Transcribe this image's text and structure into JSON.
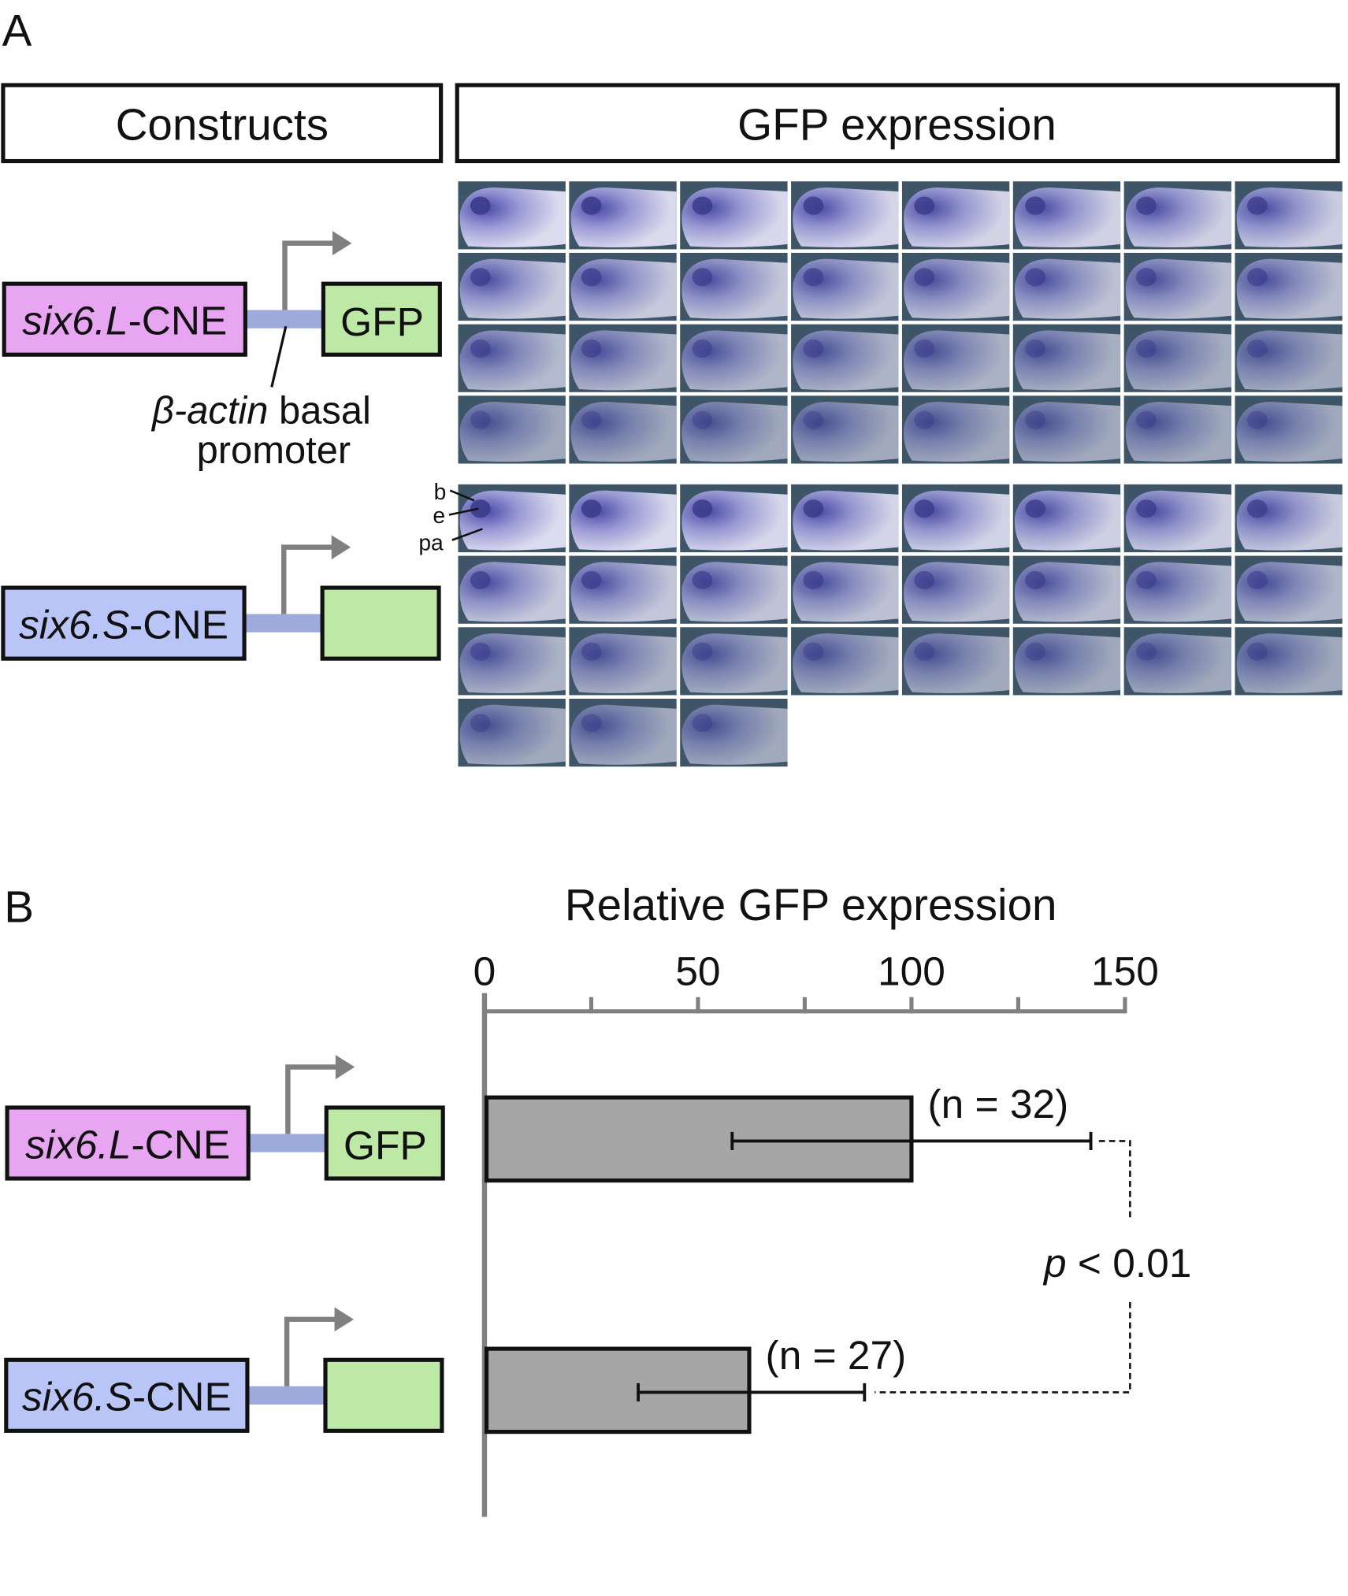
{
  "panel_a": {
    "label": "A",
    "constructs_header": "Constructs",
    "gfp_header": "GFP expression",
    "construct_l": {
      "name_italic": "six6.L",
      "name_suffix": "-CNE",
      "reporter": "GFP",
      "color": "#e8a6f2"
    },
    "construct_s": {
      "name_italic": "six6.S",
      "name_suffix": "-CNE",
      "reporter": "",
      "color": "#b9c4f7"
    },
    "promoter_label_italic": "β-actin",
    "promoter_label_rest": " basal",
    "promoter_label_line2": "promoter",
    "annotations": [
      "b",
      "e",
      "pa"
    ],
    "embryo_counts": {
      "six6_L": 32,
      "six6_S": 27
    },
    "reporter_color": "#bde8a6",
    "linker_color": "#9eaadb",
    "arrow_color": "#808080"
  },
  "panel_b": {
    "label": "B",
    "n_labels": [
      "(n = 32)",
      "(n = 27)"
    ],
    "p_italic": "p",
    "p_rest": " < 0.01"
  },
  "chart_data": {
    "type": "bar",
    "orientation": "horizontal",
    "title": "Relative GFP expression",
    "categories": [
      "six6.L-CNE",
      "six6.S-CNE"
    ],
    "values": [
      100,
      62
    ],
    "error_low": [
      58,
      36
    ],
    "error_high": [
      142,
      89
    ],
    "n": [
      32,
      27
    ],
    "xlim": [
      0,
      150
    ],
    "ticks": [
      0,
      50,
      100,
      150
    ],
    "minor_ticks": [
      25,
      75,
      125
    ],
    "tick_labels": [
      "0",
      "50",
      "100",
      "150"
    ],
    "bar_color": "#a6a6a6",
    "axis_color": "#808080",
    "significance": "p < 0.01"
  }
}
